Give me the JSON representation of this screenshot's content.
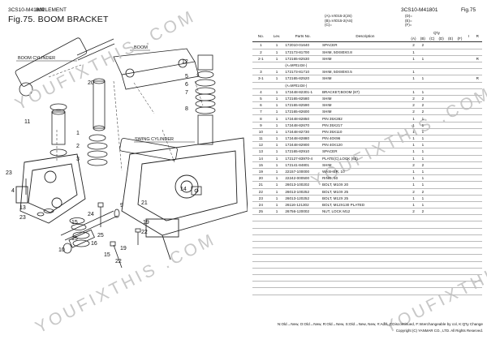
{
  "header": {
    "code_left": "3CS10-M41801",
    "title": "IMPLEMENT",
    "code_right": "3CS10-M41801",
    "fig_right": "Fig.75"
  },
  "figure_title": "Fig.75.  BOOM BRACKET",
  "legend": {
    "mid": [
      "(A)=VIO15-2(JS)",
      "(B)=VIO15-2(AS)",
      "(C)="
    ],
    "right": [
      "(D)=",
      "(E)=",
      "(F)="
    ]
  },
  "diagram": {
    "labels": {
      "boom_cylinder": "BOOM CYLINDER",
      "boom": "BOOM",
      "swing_cylinder": "SWING CYLINDER"
    },
    "callouts": [
      "20",
      "11",
      "4",
      "23",
      "13",
      "23",
      "24",
      "15",
      "9",
      "15",
      "21",
      "19",
      "22",
      "12",
      "5",
      "6",
      "7",
      "8",
      "14",
      "1",
      "2",
      "3",
      "10",
      "16",
      "15",
      "22",
      "25",
      "19"
    ]
  },
  "watermark": "YOUFIXTHIS .COM",
  "table": {
    "headers": {
      "no": "No.",
      "lev": "Lev.",
      "parts_no": "Parts No.",
      "description": "Description",
      "qty": "Q'ty",
      "i": "I",
      "r": "R",
      "cols": [
        "(A)",
        "(B)",
        "(C)",
        "(D)",
        "(E)",
        "(F)"
      ]
    },
    "rows": [
      {
        "no": "1",
        "lev": "1",
        "part": "172010-01640",
        "desc": "SPACER",
        "a": "2",
        "b": "2",
        "r": ""
      },
      {
        "no": "2",
        "lev": "1",
        "part": "172173-81700",
        "desc": "SHIM, 50X80X0.8",
        "a": "1",
        "b": "",
        "r": ""
      },
      {
        "no": "2-1",
        "lev": "1",
        "part": "172165-82530",
        "desc": "SHIM",
        "a": "1",
        "b": "1",
        "r": "R"
      },
      {
        "note": "(A=M#01434-)"
      },
      {
        "no": "3",
        "lev": "1",
        "part": "172173-81710",
        "desc": "SHIM, 50X80X0.5",
        "a": "1",
        "b": "",
        "r": ""
      },
      {
        "no": "3-1",
        "lev": "1",
        "part": "172165-82520",
        "desc": "SHIM",
        "a": "1",
        "b": "1",
        "r": "R"
      },
      {
        "note": "(A=M#01434-)"
      },
      {
        "no": "4",
        "lev": "1",
        "part": "172448-82301-1",
        "desc": "BRACKET,BOOM   (87)",
        "a": "1",
        "b": "1",
        "r": ""
      },
      {
        "no": "5",
        "lev": "1",
        "part": "172165-82580",
        "desc": "SHIM",
        "a": "2",
        "b": "2",
        "r": ""
      },
      {
        "no": "6",
        "lev": "1",
        "part": "172165-82590",
        "desc": "SHIM",
        "a": "2",
        "b": "2",
        "r": ""
      },
      {
        "no": "7",
        "lev": "1",
        "part": "172165-82600",
        "desc": "SHIM",
        "a": "2",
        "b": "2",
        "r": ""
      },
      {
        "no": "8",
        "lev": "1",
        "part": "172448-82850",
        "desc": "PIN 35X282",
        "a": "1",
        "b": "1",
        "r": ""
      },
      {
        "no": "9",
        "lev": "1",
        "part": "172448-82670",
        "desc": "PIN 35X217",
        "a": "1",
        "b": "1",
        "r": ""
      },
      {
        "no": "10",
        "lev": "1",
        "part": "172448-82730",
        "desc": "PIN 35X110",
        "a": "1",
        "b": "1",
        "r": ""
      },
      {
        "no": "11",
        "lev": "1",
        "part": "172448-82880",
        "desc": "PIN 40X96",
        "a": "1",
        "b": "1",
        "r": ""
      },
      {
        "no": "12",
        "lev": "1",
        "part": "172448-82900",
        "desc": "PIN 40X120",
        "a": "1",
        "b": "1",
        "r": ""
      },
      {
        "no": "13",
        "lev": "1",
        "part": "172165-82910",
        "desc": "SPACER",
        "a": "1",
        "b": "1",
        "r": ""
      },
      {
        "no": "14",
        "lev": "1",
        "part": "172127-83970-4",
        "desc": "PLATE(C),LOCK   (62)",
        "a": "1",
        "b": "1",
        "r": ""
      },
      {
        "no": "15",
        "lev": "1",
        "part": "172141-84801",
        "desc": "SHIM",
        "a": "2",
        "b": "2",
        "r": ""
      },
      {
        "no": "19",
        "lev": "1",
        "part": "22157-100000",
        "desc": "WASHER, 10",
        "a": "1",
        "b": "1",
        "r": ""
      },
      {
        "no": "20",
        "lev": "1",
        "part": "22242-000500",
        "desc": "RING, 50",
        "a": "1",
        "b": "1",
        "r": ""
      },
      {
        "no": "21",
        "lev": "1",
        "part": "26013-100202",
        "desc": "BOLT, M10X 20",
        "a": "1",
        "b": "1",
        "r": ""
      },
      {
        "no": "22",
        "lev": "1",
        "part": "26013-100252",
        "desc": "BOLT, M10X 25",
        "a": "2",
        "b": "2",
        "r": ""
      },
      {
        "no": "23",
        "lev": "1",
        "part": "26013-120252",
        "desc": "BOLT, M12X 25",
        "a": "1",
        "b": "1",
        "r": ""
      },
      {
        "no": "24",
        "lev": "1",
        "part": "26116-121302",
        "desc": "BOLT, M12X130 PLATED",
        "a": "1",
        "b": "1",
        "r": ""
      },
      {
        "no": "25",
        "lev": "1",
        "part": "26756-120002",
        "desc": "NUT, LOCK M12",
        "a": "2",
        "b": "2",
        "r": ""
      }
    ],
    "blank_rows": 12
  },
  "footer": {
    "legend_line": "N:Old→New, O:Old→New, R:Old→New, S:Old→New, New, #:Add, Z:Discontinued, F:Interchangeable by col, K:Q'ty Change",
    "copyright": "Copyright (C)  YANMAR CO., LTD. All Rights Reserved."
  }
}
